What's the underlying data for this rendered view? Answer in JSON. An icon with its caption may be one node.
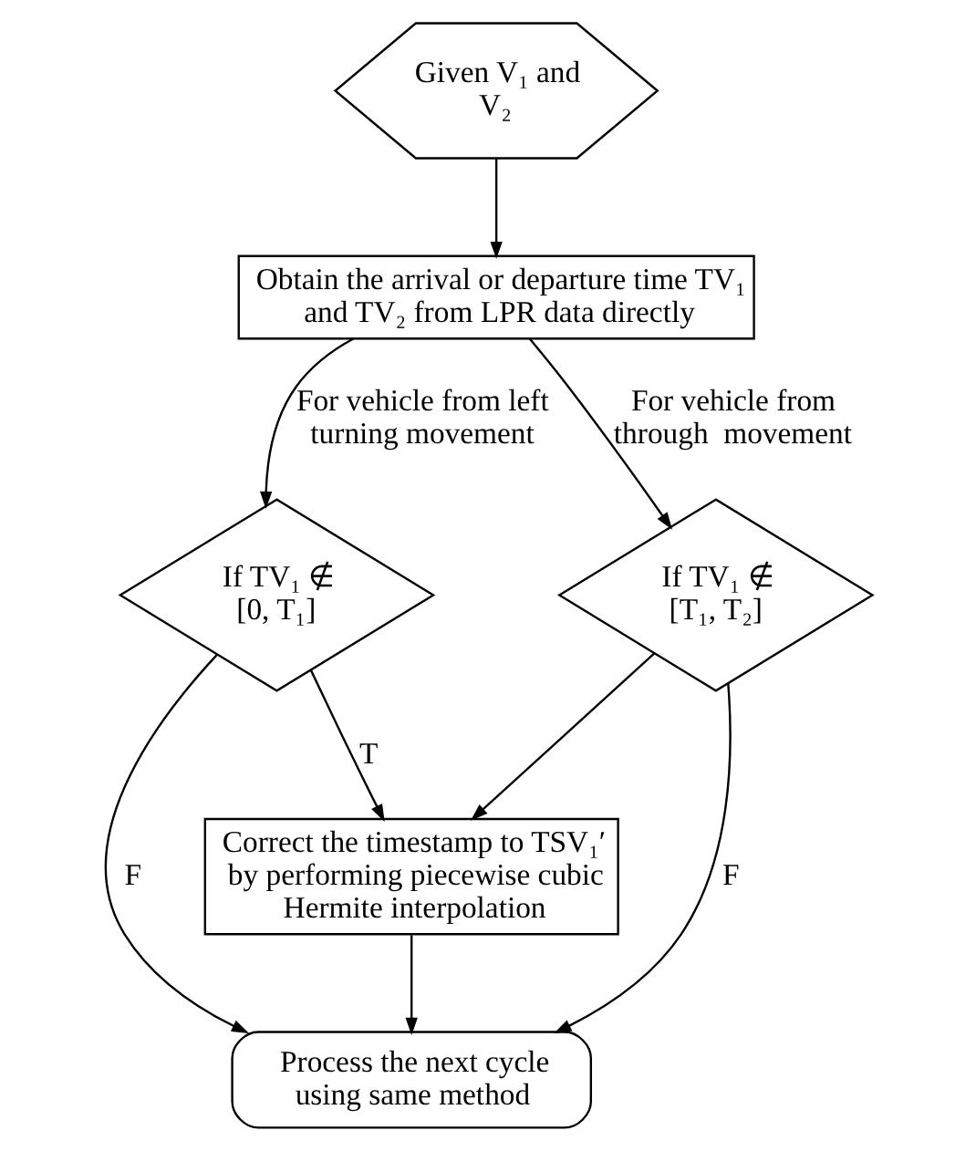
{
  "diagram": {
    "nodes": [
      {
        "text": [
          "Given V₁ and V₂"
        ]
      },
      {
        "text": [
          "Obtain the arrival or departure time TV₁ and TV₂ from LPR data directly"
        ]
      },
      {
        "text": [
          "If TV₁ ∉ [0, T₁]"
        ]
      },
      {
        "text": [
          "If TV₁ ∉ [T₁, T₂]"
        ]
      },
      {
        "text": [
          "Correct the timestamp to TSV₁′ by performing piecewise cubic Hermite interpolation"
        ]
      },
      {
        "text": [
          "Process the next cycle using same method"
        ]
      }
    ],
    "edges": [
      {
        "from": 0,
        "to": 1,
        "arrow": "to"
      },
      {
        "from": 1,
        "to": 2,
        "arrow": "to",
        "label": "For vehicle from left turning movement"
      },
      {
        "from": 1,
        "to": 3,
        "arrow": "to",
        "label": "For vehicle from through  movement"
      },
      {
        "from": 2,
        "to": 4,
        "arrow": "to",
        "label": "T"
      },
      {
        "from": 3,
        "to": 4,
        "arrow": "to"
      },
      {
        "from": 2,
        "to": 5,
        "arrow": "to",
        "label": "F"
      },
      {
        "from": 3,
        "to": 5,
        "arrow": "to",
        "label": "F"
      },
      {
        "from": 4,
        "to": 5,
        "arrow": "to"
      }
    ]
  }
}
